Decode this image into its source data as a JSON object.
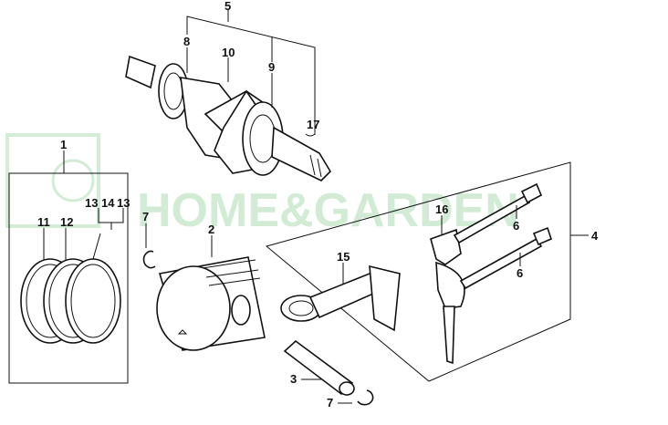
{
  "watermark": {
    "text": "HOME&GARDEN",
    "color": "#7ec88a"
  },
  "callouts": {
    "c1": "1",
    "c2": "2",
    "c3": "3",
    "c4": "4",
    "c5": "5",
    "c6a": "6",
    "c6b": "6",
    "c7a": "7",
    "c7b": "7",
    "c8": "8",
    "c9": "9",
    "c10": "10",
    "c11": "11",
    "c12": "12",
    "c13a": "13",
    "c14": "14",
    "c13b": "13",
    "c15": "15",
    "c16": "16",
    "c17": "17"
  }
}
